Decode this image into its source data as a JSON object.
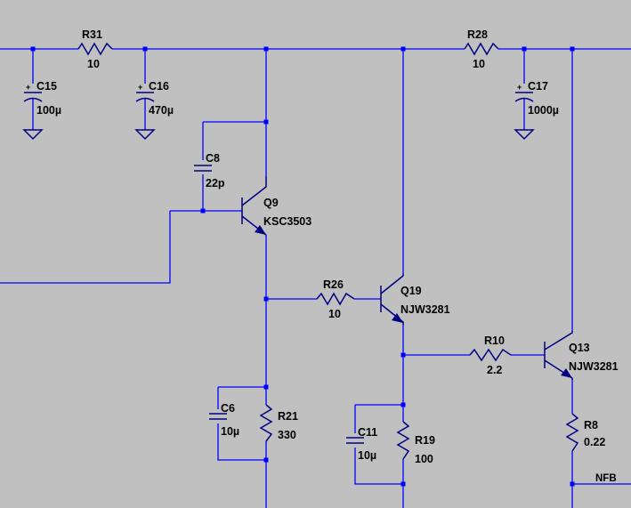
{
  "components": {
    "R31": {
      "ref": "R31",
      "value": "10"
    },
    "R28": {
      "ref": "R28",
      "value": "10"
    },
    "C15": {
      "ref": "C15",
      "value": "100µ"
    },
    "C16": {
      "ref": "C16",
      "value": "470µ"
    },
    "C17": {
      "ref": "C17",
      "value": "1000µ"
    },
    "C8": {
      "ref": "C8",
      "value": "22p"
    },
    "Q9": {
      "ref": "Q9",
      "value": "KSC3503"
    },
    "R26": {
      "ref": "R26",
      "value": "10"
    },
    "Q19": {
      "ref": "Q19",
      "value": "NJW3281"
    },
    "R10": {
      "ref": "R10",
      "value": "2.2"
    },
    "Q13": {
      "ref": "Q13",
      "value": "NJW3281"
    },
    "C6": {
      "ref": "C6",
      "value": "10µ"
    },
    "R21": {
      "ref": "R21",
      "value": "330"
    },
    "C11": {
      "ref": "C11",
      "value": "10µ"
    },
    "R19": {
      "ref": "R19",
      "value": "100"
    },
    "R8": {
      "ref": "R8",
      "value": "0.22"
    }
  },
  "net_labels": {
    "nfb": "NFB"
  },
  "capacitor_polarity_mark": "+",
  "colors": {
    "background": "#c0c0c0",
    "wire": "#0000ff",
    "symbol": "#000080",
    "text": "#000000"
  }
}
